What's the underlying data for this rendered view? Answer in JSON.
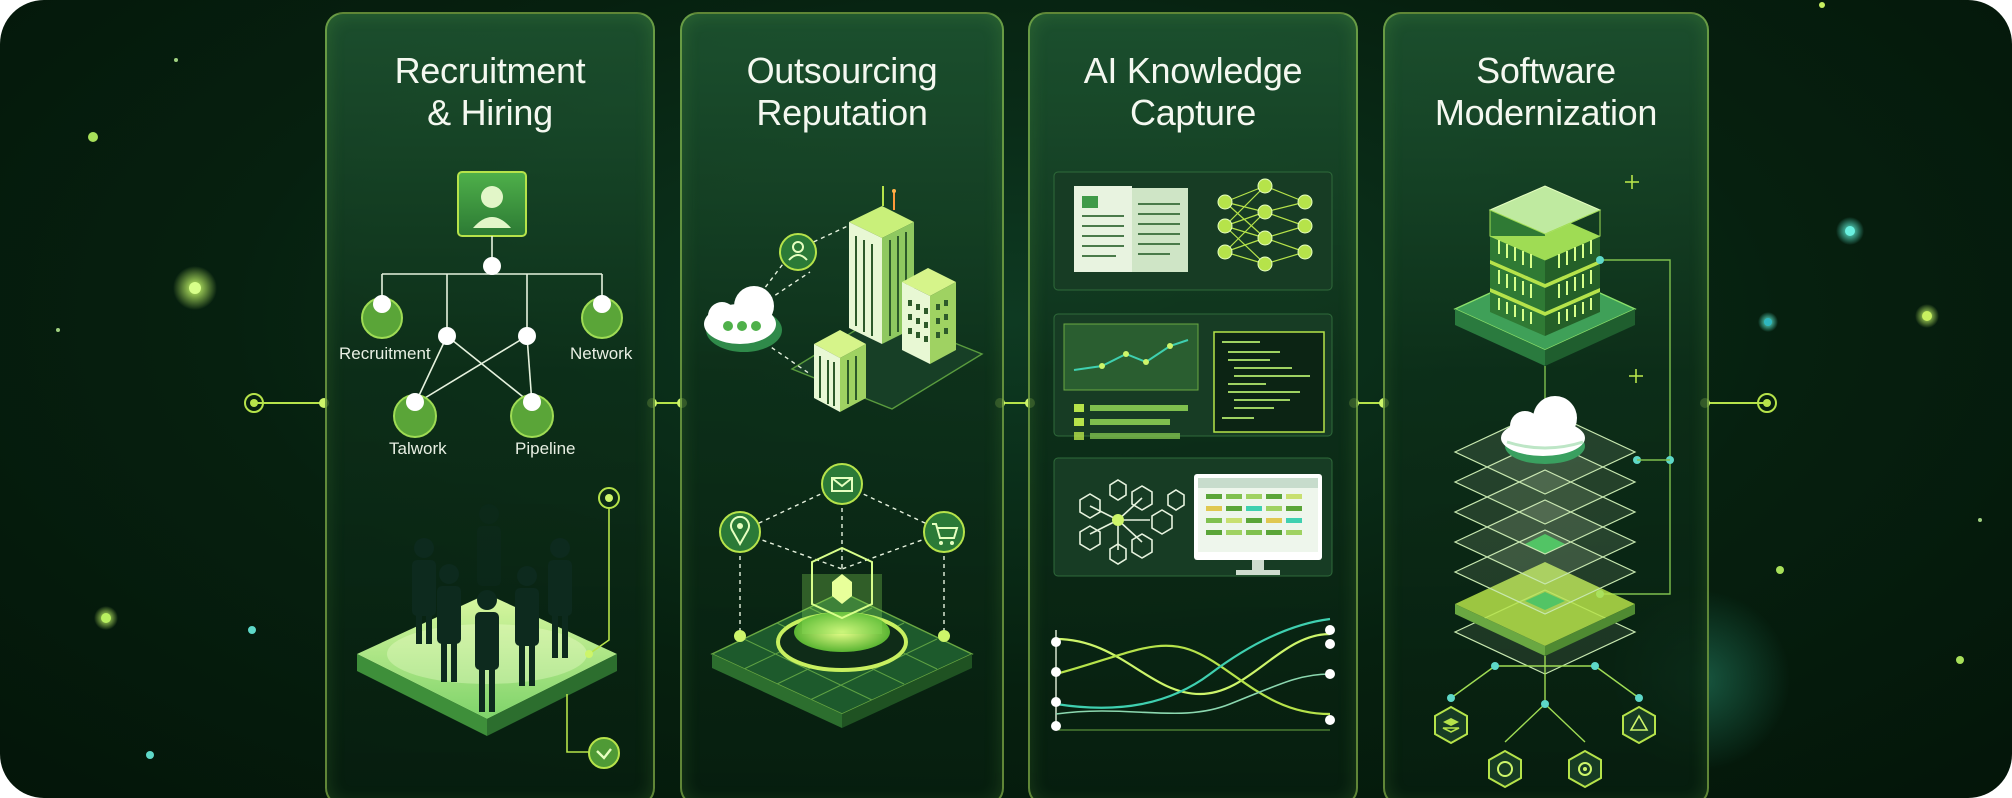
{
  "panels": [
    {
      "title_line1": "Recruitment",
      "title_line2": "& Hiring",
      "labels": {
        "recruitment": "Recruitment",
        "network": "Network",
        "talwork": "Talwork",
        "pipeline": "Pipeline"
      }
    },
    {
      "title_line1": "Outsourcing",
      "title_line2": "Reputation"
    },
    {
      "title_line1": "AI Knowledge",
      "title_line2": "Capture"
    },
    {
      "title_line1": "Software",
      "title_line2": "Modernization"
    }
  ],
  "colors": {
    "background": "#06200f",
    "accent": "#b6e34a",
    "border": "#aadc5a",
    "teal": "#3fd0b0"
  }
}
